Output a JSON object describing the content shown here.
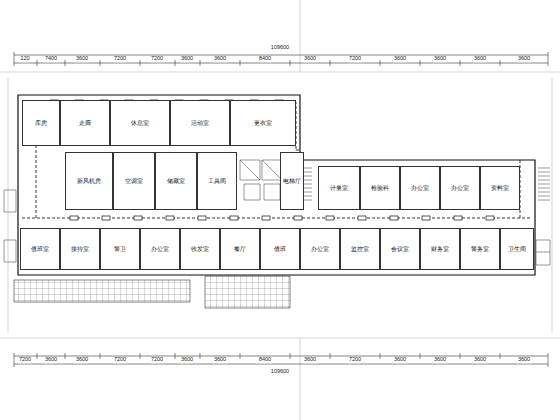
{
  "diagram": {
    "nodes": [
      {
        "text": [
          "库房"
        ]
      },
      {
        "text": [
          "走廊"
        ]
      },
      {
        "text": [
          "休息室"
        ]
      },
      {
        "text": [
          "活动室"
        ]
      },
      {
        "text": [
          "更衣室"
        ]
      },
      {
        "text": [
          "新风机房"
        ]
      },
      {
        "text": [
          "空调室"
        ]
      },
      {
        "text": [
          "储藏室"
        ]
      },
      {
        "text": [
          "工具间"
        ]
      },
      {
        "text": [
          "电梯厅"
        ]
      },
      {
        "text": [
          "计量室"
        ]
      },
      {
        "text": [
          "检验科"
        ]
      },
      {
        "text": [
          "办公室"
        ]
      },
      {
        "text": [
          "办公室"
        ]
      },
      {
        "text": [
          "资料室"
        ]
      },
      {
        "text": [
          "值班室"
        ]
      },
      {
        "text": [
          "接待室"
        ]
      },
      {
        "text": [
          "警卫"
        ]
      },
      {
        "text": [
          "办公室"
        ]
      },
      {
        "text": [
          "收发室"
        ]
      },
      {
        "text": [
          "餐厅"
        ]
      },
      {
        "text": [
          "值班"
        ]
      },
      {
        "text": [
          "办公室"
        ]
      },
      {
        "text": [
          "监控室"
        ]
      },
      {
        "text": [
          "会议室"
        ]
      },
      {
        "text": [
          "财务室"
        ]
      },
      {
        "text": [
          "警务室"
        ]
      },
      {
        "text": [
          "卫生间"
        ]
      }
    ],
    "labels": [
      "109600",
      "120",
      "7400",
      "3600",
      "7200",
      "7200",
      "3600",
      "3600",
      "8400",
      "3600",
      "7200",
      "3600",
      "3600",
      "3600",
      "3600",
      "7200",
      "3600",
      "3600",
      "7200",
      "7200",
      "3600",
      "3600",
      "8400",
      "3600",
      "7200",
      "3600",
      "3600",
      "3600",
      "3600",
      "109600"
    ]
  }
}
